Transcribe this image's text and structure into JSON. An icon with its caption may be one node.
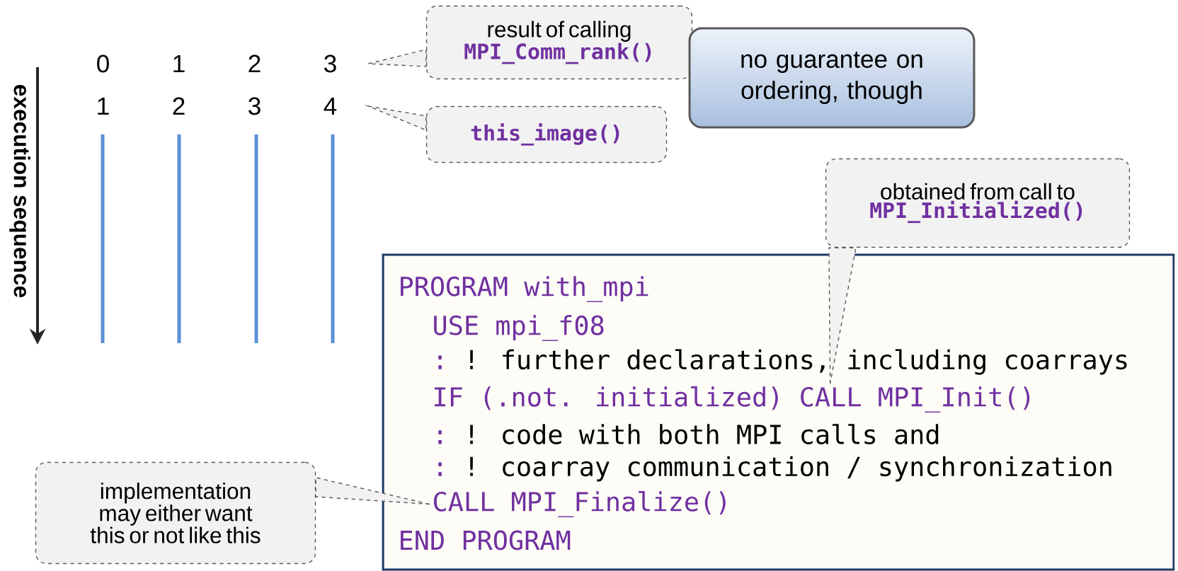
{
  "diagram": {
    "nodes": [
      {
        "text": [
          "result of calling",
          "MPI_Comm_rank()"
        ]
      },
      {
        "text": [
          "0",
          "1",
          "2",
          "3"
        ]
      },
      {
        "text": [
          "1",
          "2",
          "3",
          "4"
        ]
      },
      {
        "text": [
          "this_image()"
        ]
      },
      {
        "text": [
          "no guarantee on ordering, though"
        ]
      },
      {
        "text": [
          "obtained from call to",
          "MPI_Initialized()"
        ]
      },
      {
        "text": [],
        "shape": "box"
      },
      {
        "text": [
          "PROGRAM with_mpi"
        ],
        "in": 6
      },
      {
        "text": [
          "USE mpi_f08"
        ],
        "in": 6
      },
      {
        "text": [
          ":",
          "! further declarations, including coarrays"
        ],
        "in": 6
      },
      {
        "text": [
          "IF (.not. initialized) CALL MPI_Init()"
        ],
        "in": 6
      },
      {
        "text": [
          ":",
          "! code with both MPI calls and"
        ],
        "in": 6
      },
      {
        "text": [
          ":",
          "! coarray communication / synchronization"
        ],
        "in": 6
      },
      {
        "text": [
          "CALL MPI_Finalize()"
        ],
        "in": 6
      },
      {
        "text": [
          "END PROGRAM"
        ],
        "in": 6
      },
      {
        "text": [
          "implementation may either want this or not like this"
        ]
      }
    ],
    "edges": [
      {
        "from": 0,
        "to": 1,
        "arrow": "none"
      },
      {
        "from": 3,
        "to": 2,
        "arrow": "none"
      },
      {
        "from": 5,
        "to": 10,
        "arrow": "none"
      },
      {
        "from": 15,
        "to": 13,
        "arrow": "none"
      }
    ],
    "labels": [
      "execution sequence"
    ]
  }
}
